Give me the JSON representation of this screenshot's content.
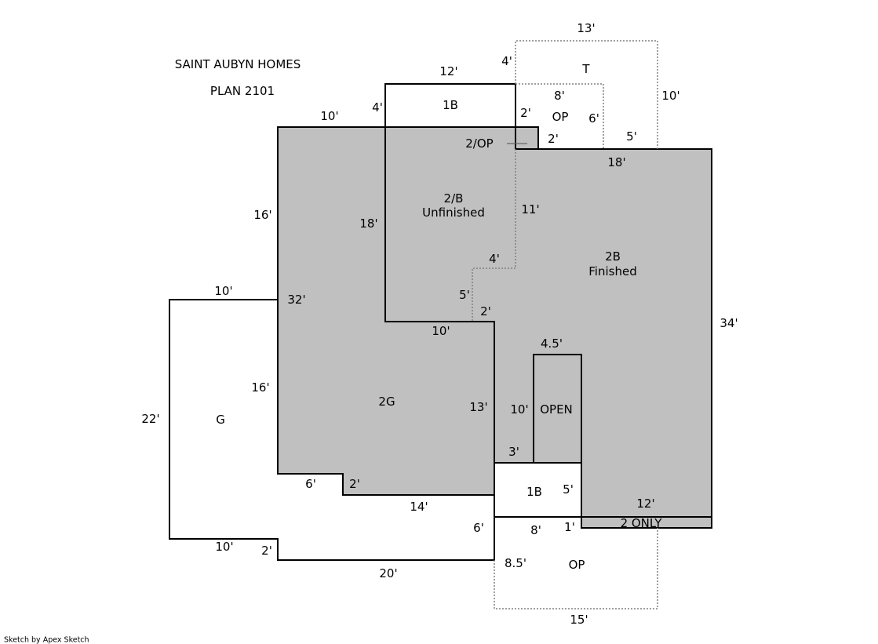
{
  "header": {
    "company": "SAINT AUBYN HOMES",
    "plan": "PLAN 2101"
  },
  "rooms": {
    "upper_1b": "1B",
    "t": "T",
    "upper_op": "OP",
    "op2": "2/OP",
    "unfinished_code": "2/B",
    "unfinished_label": "Unfinished",
    "finished_code": "2B",
    "finished_label": "Finished",
    "garage": "G",
    "garage2": "2G",
    "open": "OPEN",
    "lower_1b": "1B",
    "two_only": "2 ONLY",
    "lower_op": "OP"
  },
  "dimensions": [
    "13'",
    "4'",
    "12'",
    "10'",
    "8'",
    "2'",
    "6'",
    "4'",
    "10'",
    "2'",
    "5'",
    "18'",
    "11'",
    "16'",
    "18'",
    "4'",
    "5'",
    "2'",
    "10'",
    "32'",
    "10'",
    "4.5'",
    "34'",
    "16'",
    "13'",
    "10'",
    "22'",
    "3'",
    "6'",
    "2'",
    "5'",
    "14'",
    "12'",
    "6'",
    "8'",
    "1'",
    "10'",
    "2'",
    "8.5'",
    "20'",
    "15'"
  ],
  "footer": "Sketch by Apex Sketch",
  "colors": {
    "fill": "#c0c0c0",
    "line": "#000000",
    "dotted": "#808080"
  }
}
